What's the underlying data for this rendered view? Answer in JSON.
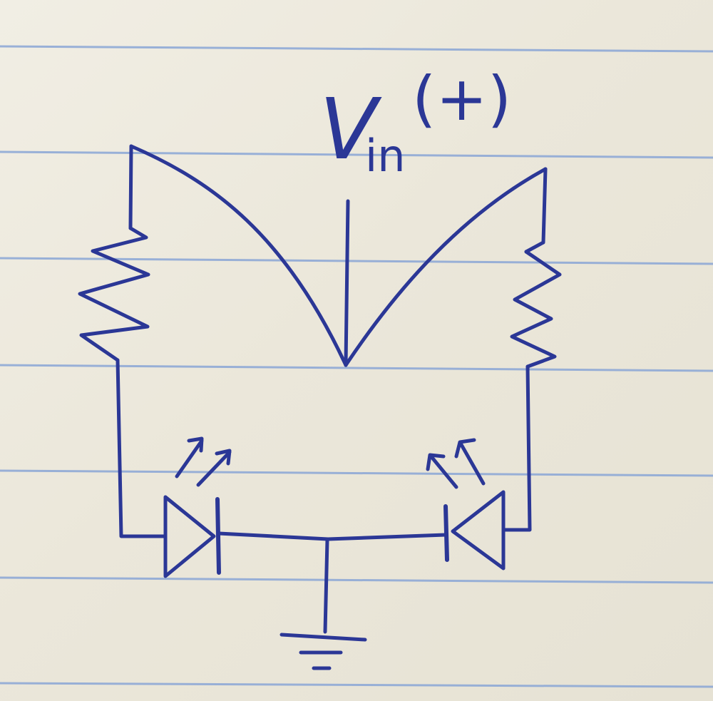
{
  "labels": {
    "input_voltage": "V",
    "input_voltage_subscript": "in",
    "polarity": "(+)"
  },
  "colors": {
    "ink": "#2b3796",
    "paper": "#ece8db",
    "ruled_lines": "#8aa6d6"
  },
  "components": {
    "resistors": [
      "left-resistor",
      "right-resistor"
    ],
    "light_emitting_diodes": [
      "left-led",
      "right-led"
    ],
    "ground": "ground-symbol"
  }
}
